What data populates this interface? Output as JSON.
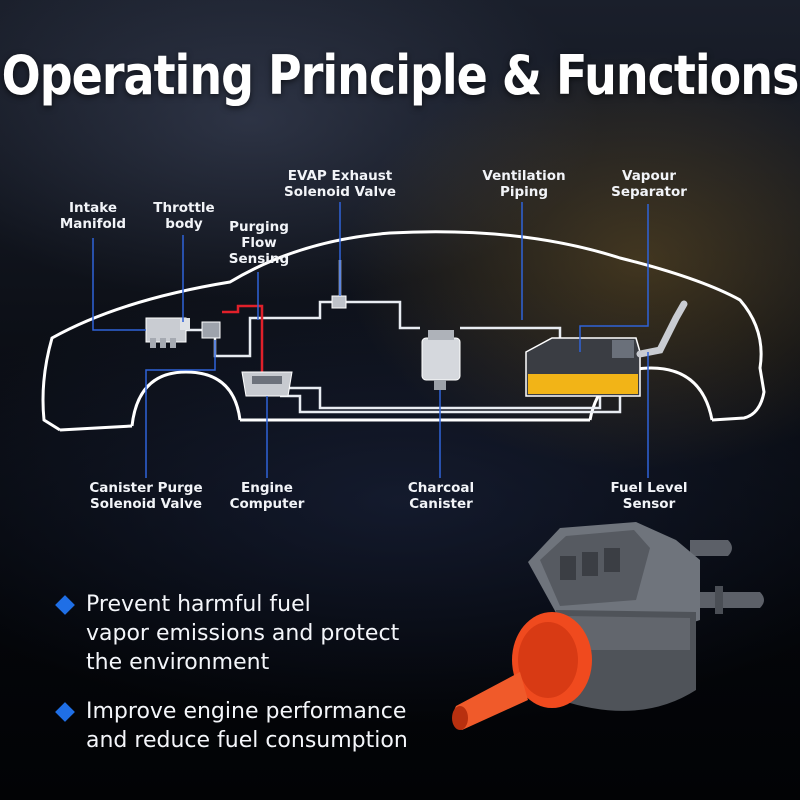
{
  "header": {
    "title": "Operating Principle & Functions"
  },
  "diagram": {
    "labels_top": {
      "intake_manifold": "Intake\nManifold",
      "throttle_body": "Throttle\nbody",
      "purging_flow_sensing": "Purging\nFlow\nSensing",
      "evap_exhaust_solenoid_valve": "EVAP Exhaust\nSolenoid Valve",
      "ventilation_piping": "Ventilation\nPiping",
      "vapour_separator": "Vapour\nSeparator"
    },
    "labels_bottom": {
      "canister_purge_solenoid_valve": "Canister Purge\nSolenoid Valve",
      "engine_computer": "Engine\nComputer",
      "charcoal_canister": "Charcoal\nCanister",
      "fuel_level_sensor": "Fuel Level\nSensor"
    }
  },
  "features": [
    {
      "text": "Prevent harmful fuel\nvapor emissions and protect\nthe environment"
    },
    {
      "text": "Improve engine performance\nand reduce fuel consumption"
    }
  ],
  "colors": {
    "accent_blue": "#1f6fe6",
    "leader_line": "#2f63d8",
    "car_outline": "#ffffff",
    "fuel_yellow": "#f2b417",
    "purge_red": "#e0202a",
    "valve_orange": "#f04a1e"
  }
}
